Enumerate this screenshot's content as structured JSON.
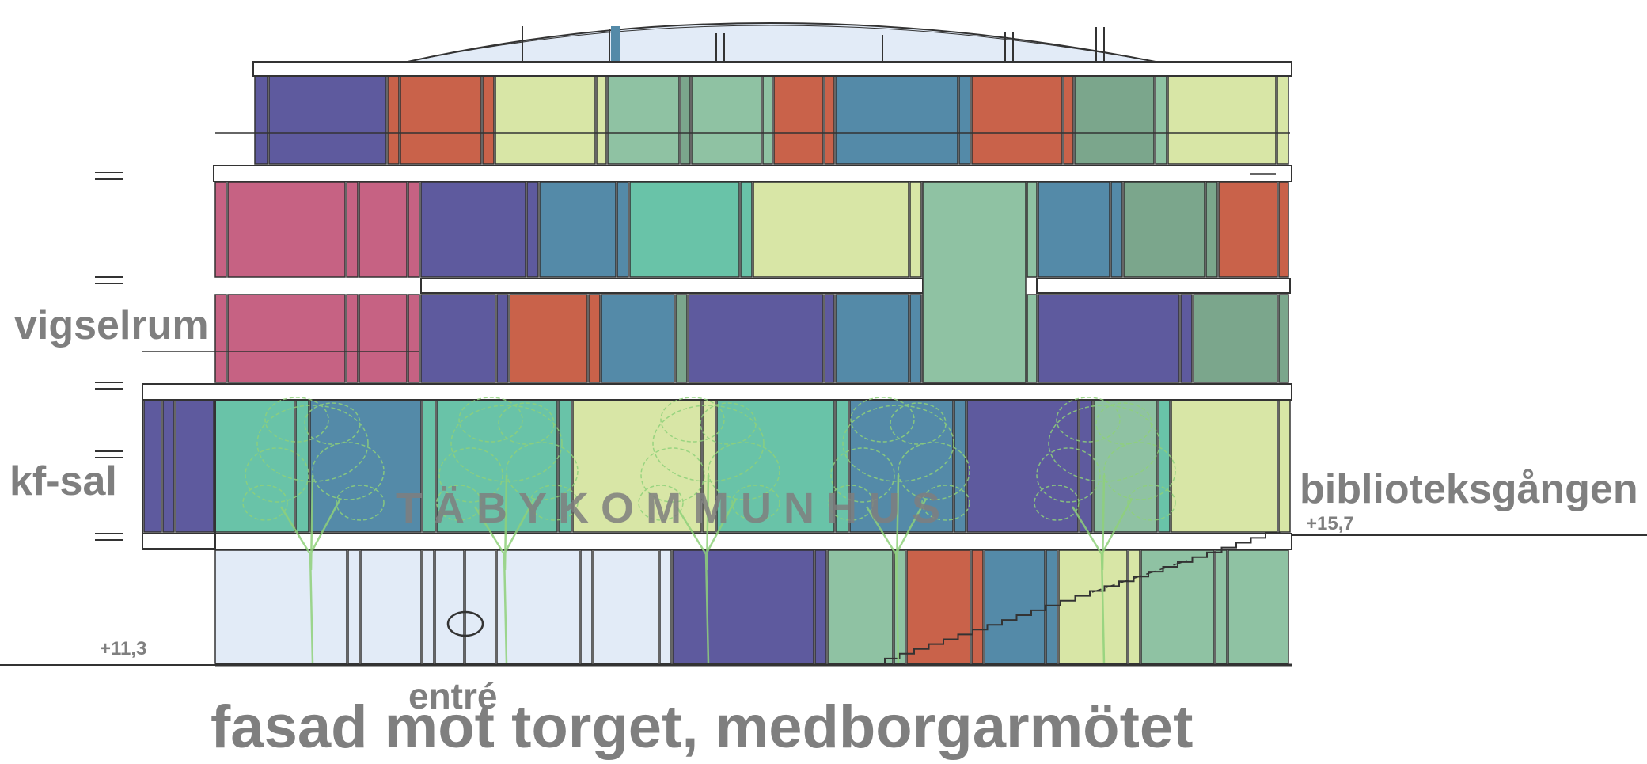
{
  "title": "fasad mot torget, medborgarmötet",
  "labels": {
    "vigselrum": "vigselrum",
    "kf_sal": "kf-sal",
    "biblioteksgangen": "biblioteksgången",
    "entre": "entré",
    "level_high": "+15,7",
    "level_low": "+11,3",
    "building_name": "T Ä B Y K O M M U N H U S"
  },
  "colors": {
    "violet": "#5e5a9e",
    "orange": "#c9624a",
    "pink": "#c66283",
    "lime": "#d8e6a6",
    "sage": "#8fc2a3",
    "mint": "#69c3a8",
    "steel": "#548aa8",
    "green": "#7ba68c",
    "glass": "#e2ebf7",
    "frame": "#333333",
    "tree": "#8fd17a",
    "label": "#7f7f7f"
  }
}
